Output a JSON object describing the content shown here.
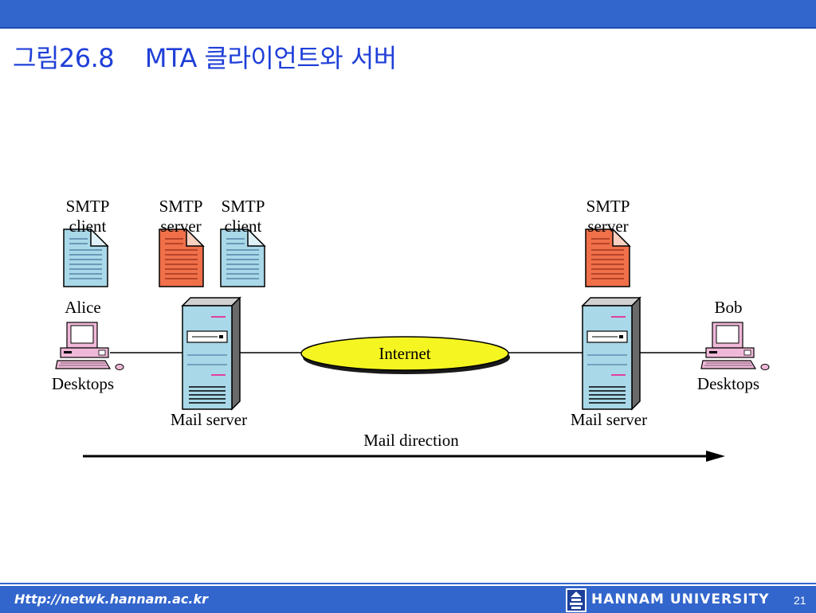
{
  "slide": {
    "title": "그림26.8    MTA 클라이언트와 서버"
  },
  "diagram": {
    "doc_labels": {
      "alice_smtp_client": [
        "SMTP",
        "client"
      ],
      "server1_smtp_server": [
        "SMTP",
        "server"
      ],
      "server1_smtp_client": [
        "SMTP",
        "client"
      ],
      "server2_smtp_server": [
        "SMTP",
        "server"
      ]
    },
    "alice": "Alice",
    "bob": "Bob",
    "alice_desktops": "Desktops",
    "bob_desktops": "Desktops",
    "mail_server_left": "Mail server",
    "mail_server_right": "Mail server",
    "internet": "Internet",
    "mail_direction": "Mail direction",
    "colors": {
      "client_doc": "#a9d8e8",
      "server_doc": "#f0704a",
      "server_body": "#a9d8e8",
      "internet_fill": "#f5f522",
      "computer_pink": "#f0b8d8"
    }
  },
  "footer": {
    "url": "Http://netwk.hannam.ac.kr",
    "university": "HANNAM  UNIVERSITY",
    "page_number": "21"
  }
}
